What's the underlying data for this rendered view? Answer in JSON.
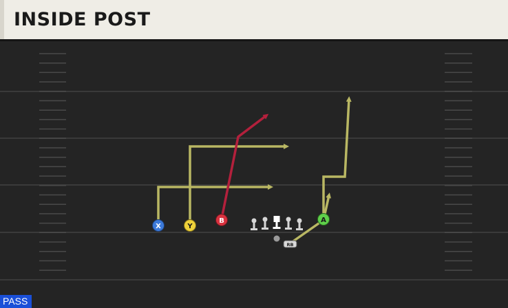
{
  "play": {
    "title": "INSIDE POST",
    "type_badge": "PASS"
  },
  "players": [
    {
      "id": "X",
      "label": "X",
      "color": "#3b79d9",
      "text_color": "#ffffff"
    },
    {
      "id": "Y",
      "label": "Y",
      "color": "#efd23a",
      "text_color": "#1a1a1a"
    },
    {
      "id": "B",
      "label": "B",
      "color": "#d8323f",
      "text_color": "#ffffff"
    },
    {
      "id": "A",
      "label": "A",
      "color": "#5fcf4a",
      "text_color": "#1a1a1a"
    },
    {
      "id": "RB",
      "label": "RB",
      "color": "#d9d9d9",
      "text_color": "#1a1a1a"
    }
  ],
  "colors": {
    "route_yellow": "#b9b763",
    "route_red": "#b3203c",
    "yard_line": "#3a3a3a",
    "hash_mark": "#4a4a4a",
    "lineman": "#d6d6d6",
    "center": "#ffffff",
    "background": "#242424"
  }
}
